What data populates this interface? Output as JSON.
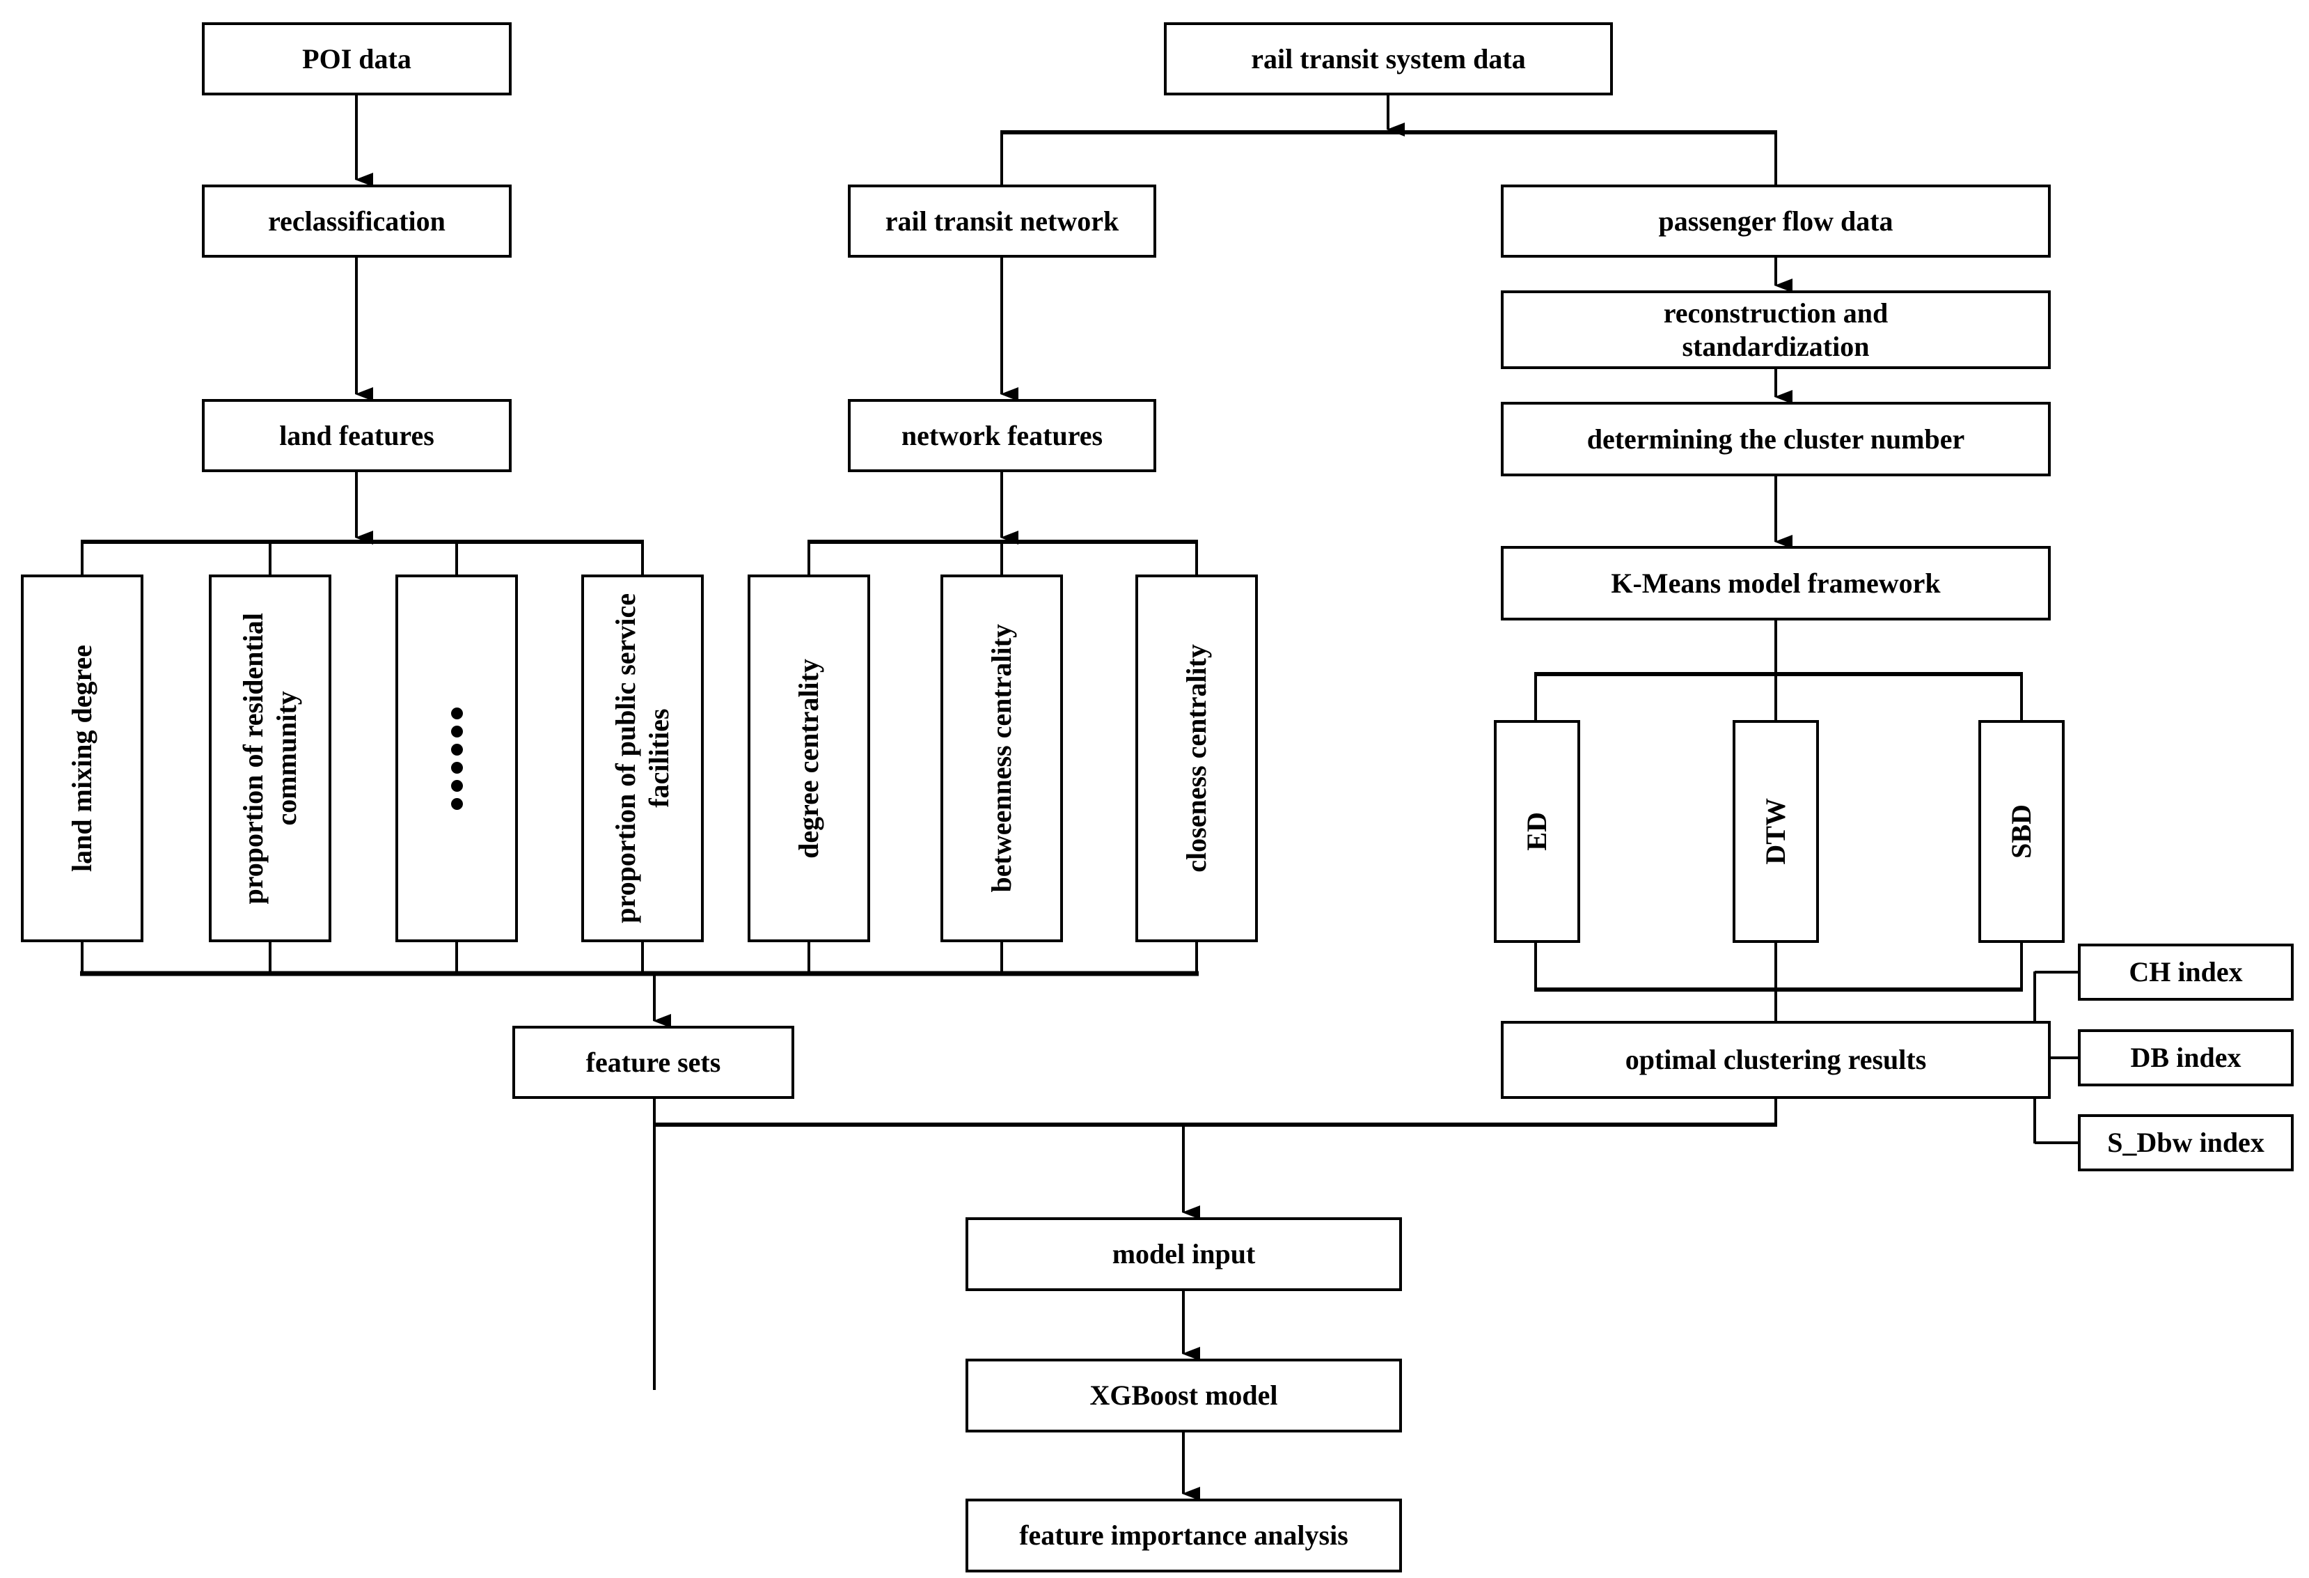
{
  "diagram": {
    "title": "Research framework flowchart",
    "line_color": "#000000",
    "box_fill": "#ffffff",
    "box_stroke": "#000000",
    "nodes": {
      "poi_data": "POI data",
      "reclassification": "reclassification",
      "land_features": "land features",
      "land_mixing_degree": "land mixing degree",
      "proportion_residential_community": "proportion of residential\ncommunity",
      "ellipsis": "......",
      "proportion_public_service_facilities": "proportion of public service\nfacilities",
      "rail_transit_system_data": "rail transit system data",
      "rail_transit_network": "rail transit network",
      "network_features": "network features",
      "degree_centrality": "degree centrality",
      "betweenness_centrality": "betweenness centrality",
      "closeness_centrality": "closeness centrality",
      "passenger_flow_data": "passenger flow data",
      "reconstruction_standardization": "reconstruction and\nstandardization",
      "determining_cluster_number": "determining the cluster number",
      "kmeans_model_framework": "K-Means model framework",
      "ed": "ED",
      "dtw": "DTW",
      "sbd": "SBD",
      "optimal_clustering_results": "optimal clustering results",
      "ch_index": "CH index",
      "db_index": "DB index",
      "s_dbw_index": "S_Dbw index",
      "feature_sets": "feature sets",
      "model_input": "model input",
      "xgboost_model": "XGBoost model",
      "feature_importance_analysis": "feature importance analysis"
    },
    "ellipsis_dot_count": 6
  }
}
